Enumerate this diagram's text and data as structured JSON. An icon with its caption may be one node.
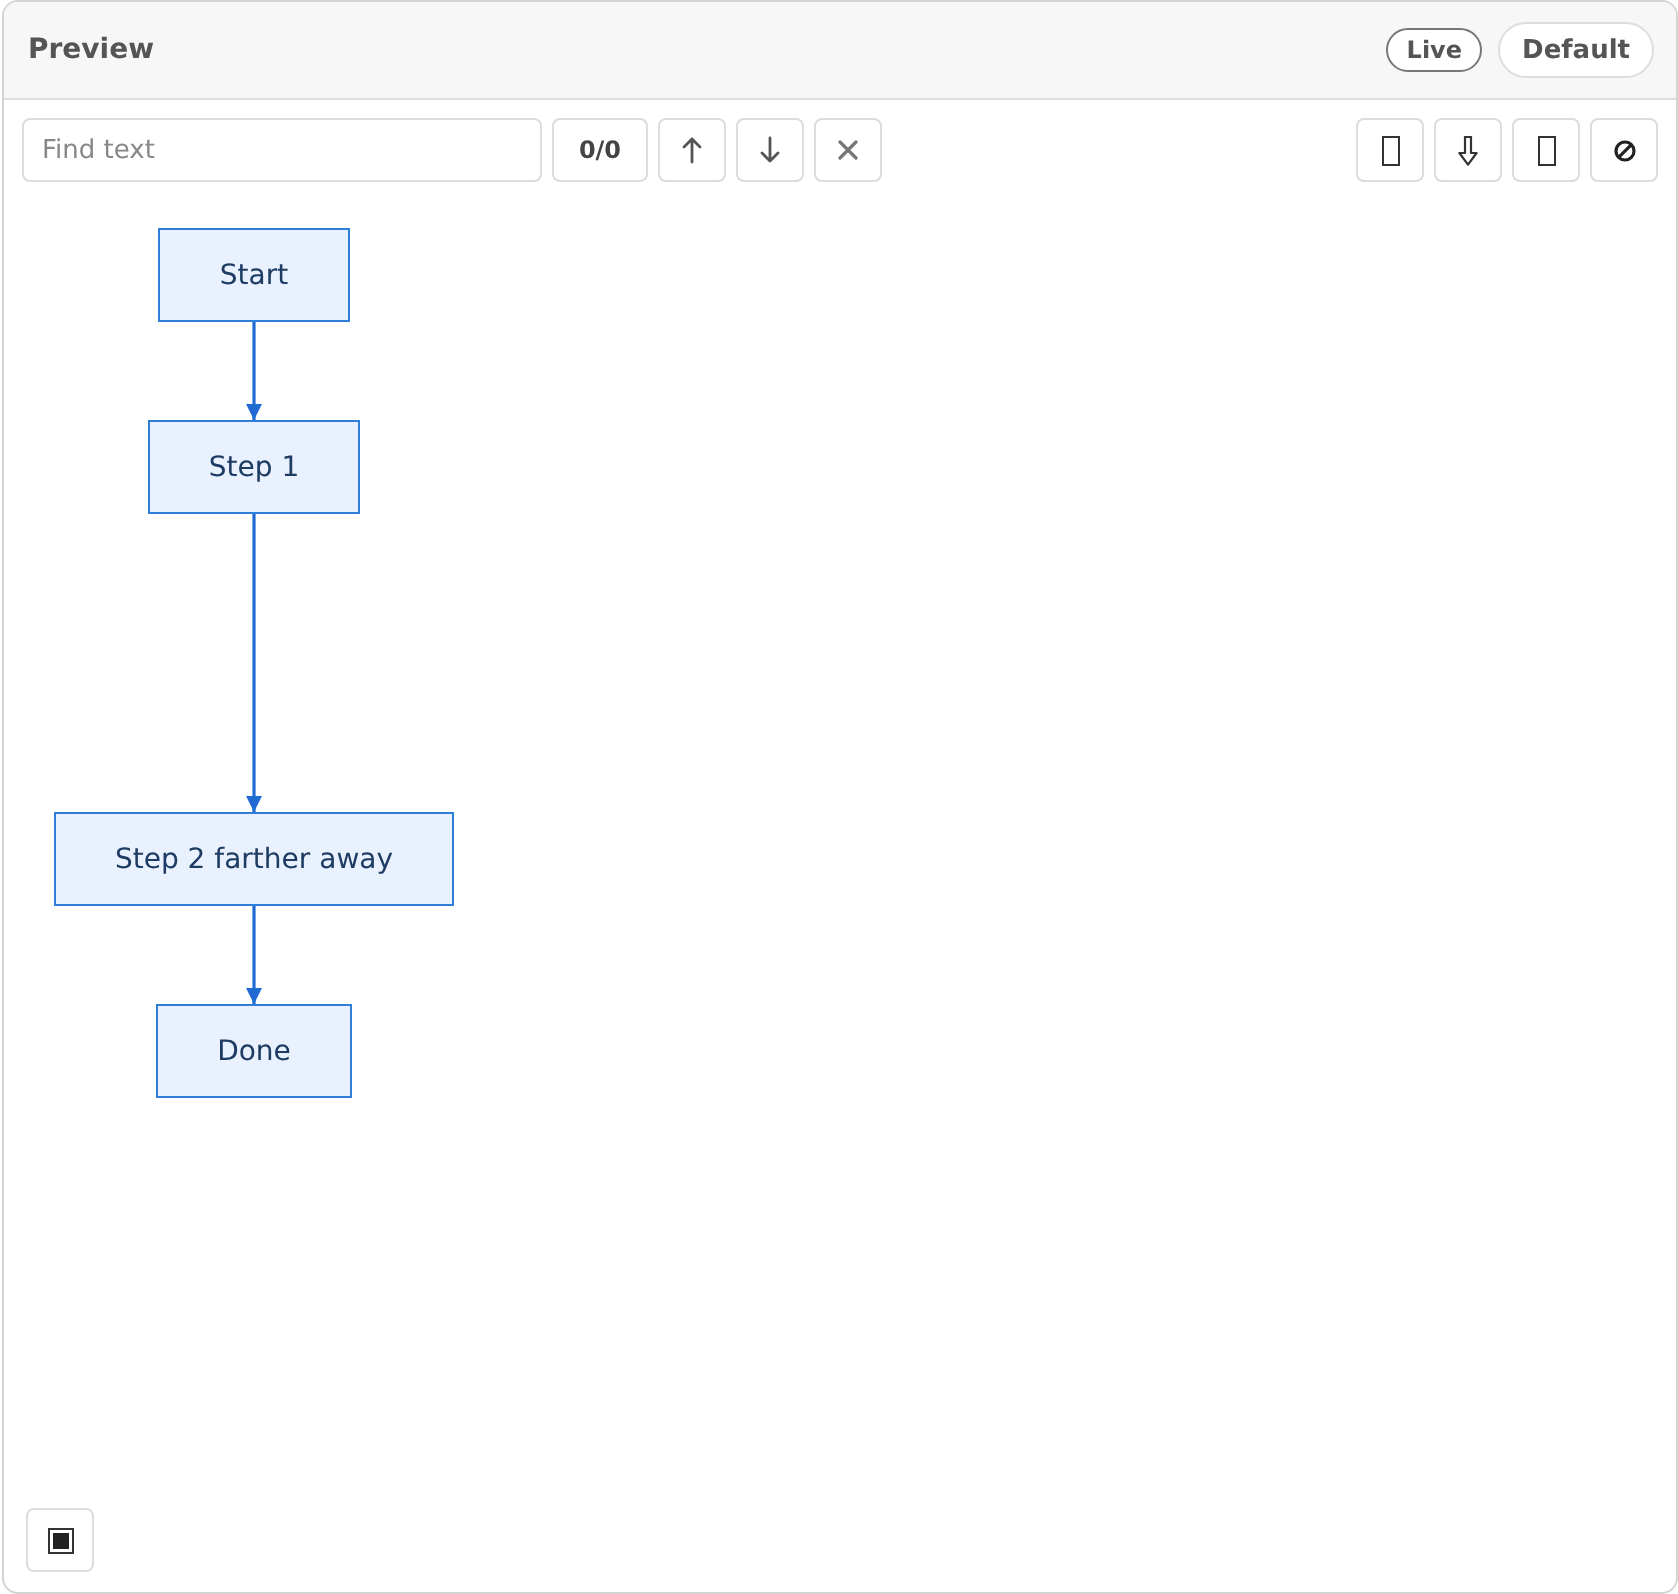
{
  "diagram": {
    "title": "Preview",
    "nodes": [
      {
        "text": [
          "Start"
        ]
      },
      {
        "text": [
          "Step 1"
        ]
      },
      {
        "text": [
          "Step 2 farther away"
        ]
      },
      {
        "text": [
          "Done"
        ]
      }
    ],
    "edges": [
      {
        "from": 0,
        "to": 1,
        "arrow": "to"
      },
      {
        "from": 1,
        "to": 2,
        "arrow": "to"
      },
      {
        "from": 2,
        "to": 3,
        "arrow": "to"
      }
    ],
    "labels": [
      "Live",
      "Default",
      "Find text",
      "0/0"
    ]
  }
}
